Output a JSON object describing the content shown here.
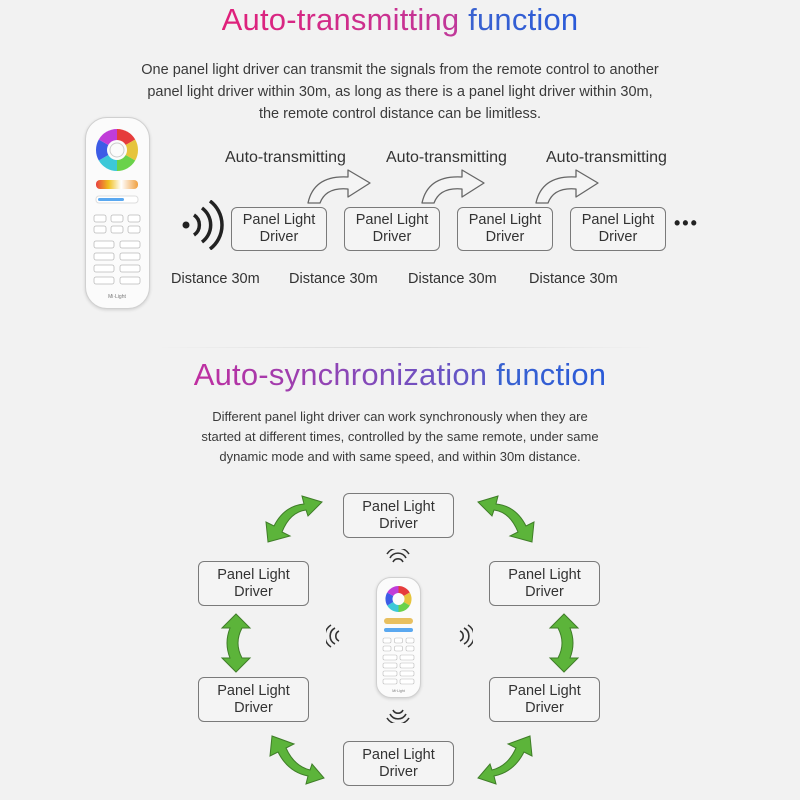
{
  "section1": {
    "title_part1": "Auto-transmitting",
    "title_part2": "function",
    "paragraph_lines": [
      "One panel light driver can transmit the signals from the remote control to another",
      "panel light driver within 30m, as long as there is a panel light driver within 30m,",
      "the remote control distance can be limitless."
    ],
    "transmit_labels": [
      "Auto-transmitting",
      "Auto-transmitting",
      "Auto-transmitting"
    ],
    "drivers": [
      {
        "line1": "Panel Light",
        "line2": "Driver"
      },
      {
        "line1": "Panel Light",
        "line2": "Driver"
      },
      {
        "line1": "Panel Light",
        "line2": "Driver"
      },
      {
        "line1": "Panel Light",
        "line2": "Driver"
      }
    ],
    "distances": [
      "Distance 30m",
      "Distance 30m",
      "Distance 30m",
      "Distance 30m"
    ],
    "ellipsis": "•••",
    "remote_brand": "Mi·Light"
  },
  "section2": {
    "title_part1": "Auto-synchronization",
    "title_part2": "function",
    "paragraph_lines": [
      "Different panel light driver can work synchronously when they are",
      "started at different times, controlled by the same remote, under same",
      "dynamic mode and with same speed, and within 30m distance."
    ],
    "drivers": [
      {
        "line1": "Panel Light",
        "line2": "Driver"
      },
      {
        "line1": "Panel Light",
        "line2": "Driver"
      },
      {
        "line1": "Panel Light",
        "line2": "Driver"
      },
      {
        "line1": "Panel Light",
        "line2": "Driver"
      },
      {
        "line1": "Panel Light",
        "line2": "Driver"
      },
      {
        "line1": "Panel Light",
        "line2": "Driver"
      }
    ],
    "remote_brand": "Mi·Light"
  },
  "colors": {
    "arrow_green": "#5cb43a",
    "arrow_outline": "#3f7d28",
    "title_pink": "#e0207a",
    "title_blue": "#2a5ad8"
  }
}
